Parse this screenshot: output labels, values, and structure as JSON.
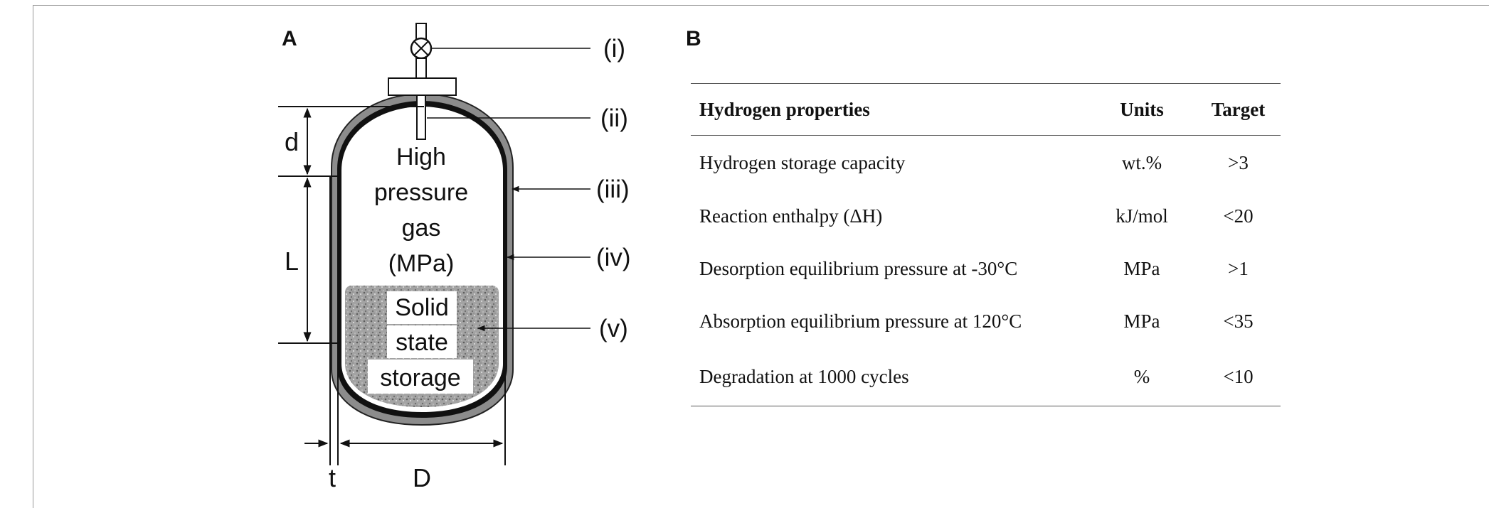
{
  "panel_a": {
    "label": "A",
    "tank_text": {
      "gas": [
        "High",
        "pressure",
        "gas",
        "(MPa)"
      ],
      "solid": [
        "Solid",
        "state",
        "storage"
      ]
    },
    "callouts": [
      "(i)",
      "(ii)",
      "(iii)",
      "(iv)",
      "(v)"
    ],
    "dimensions": {
      "d": "d",
      "L": "L",
      "t": "t",
      "D": "D"
    }
  },
  "panel_b": {
    "label": "B",
    "headers": {
      "property": "Hydrogen properties",
      "units": "Units",
      "target": "Target"
    },
    "rows": [
      {
        "property": "Hydrogen storage capacity",
        "units": "wt.%",
        "target": ">3"
      },
      {
        "property": "Reaction enthalpy (ΔH)",
        "units": "kJ/mol",
        "target": "<20"
      },
      {
        "property": "Desorption equilibrium pressure at -30°C",
        "units": "MPa",
        "target": ">1"
      },
      {
        "property": "Absorption equilibrium pressure at 120°C",
        "units": "MPa",
        "target": "<35"
      },
      {
        "property": "Degradation at 1000 cycles",
        "units": "%",
        "target": "<10"
      }
    ]
  },
  "colors": {
    "shell": "#8c8c8c",
    "liner": "#111111",
    "solid_fill": "#a9a9a9"
  }
}
